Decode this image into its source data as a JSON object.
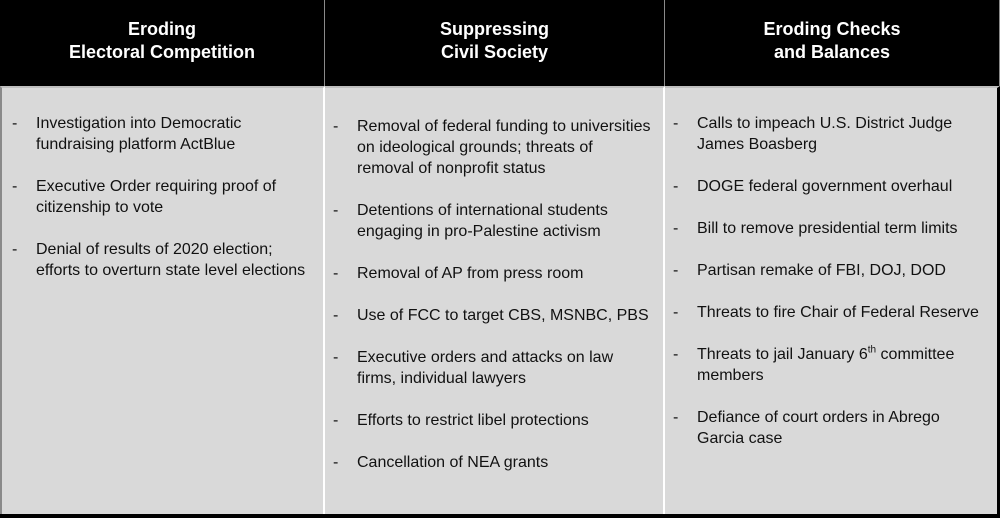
{
  "headers": [
    {
      "line1": "Eroding",
      "line2": "Electoral Competition"
    },
    {
      "line1": "Suppressing",
      "line2": "Civil Society"
    },
    {
      "line1": "Eroding Checks",
      "line2": "and Balances"
    }
  ],
  "bullet": "-",
  "columns": [
    {
      "items": [
        "Investigation into Democratic fundraising platform ActBlue",
        "Executive Order requiring proof of citizenship to vote",
        "Denial of results of 2020 election; efforts to overturn state level elections"
      ]
    },
    {
      "items": [
        "Removal of federal funding to universities on ideological grounds; threats of removal of nonprofit status",
        "Detentions of international students engaging in pro-Palestine activism",
        "Removal of AP from press room",
        "Use of FCC to target CBS, MSNBC, PBS",
        "Executive orders and attacks on law firms, individual lawyers",
        "Efforts to restrict libel protections",
        "Cancellation of NEA grants"
      ]
    },
    {
      "items": [
        "Calls to impeach U.S. District Judge James Boasberg",
        "DOGE federal government overhaul",
        "Bill to remove presidential term limits",
        "Partisan remake of FBI, DOJ, DOD",
        "Threats to fire Chair of Federal Reserve",
        {
          "before": "Threats to jail January 6",
          "sup": "th",
          "after": " committee members"
        },
        "Defiance of court orders in Abrego Garcia case"
      ]
    }
  ]
}
